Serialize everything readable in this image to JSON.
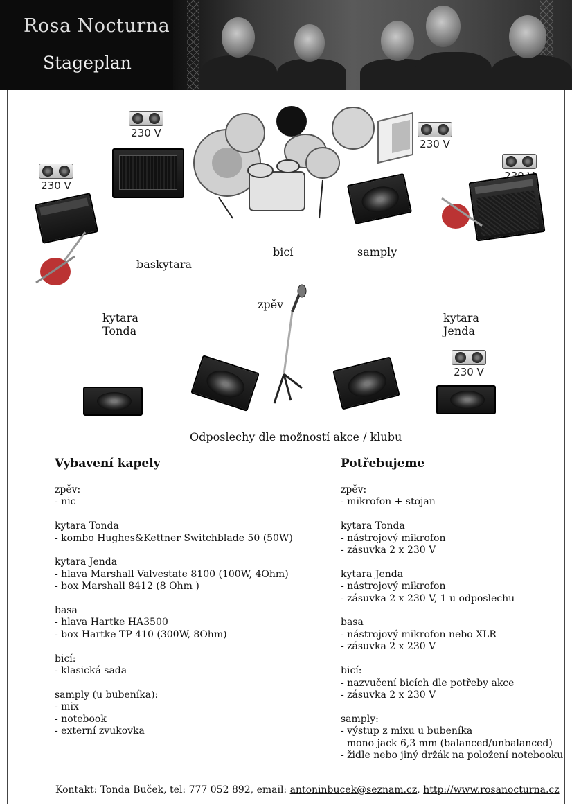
{
  "header": {
    "logo": "Rosa Nocturna",
    "subtitle": "Stageplan"
  },
  "stage": {
    "socket_label": "230 V",
    "labels": {
      "baskytara": "baskytara",
      "bici": "bicí",
      "samply": "samply",
      "zpev": "zpěv",
      "kytara_tonda": "kytara\nTonda",
      "kytara_jenda": "kytara\nJenda"
    },
    "monitors_note": "Odposlechy dle možností akce / klubu"
  },
  "band_equipment": {
    "title": "Vybavení kapely",
    "text": "zpěv:\n- nic\n\nkytara Tonda\n- kombo Hughes&Kettner Switchblade 50 (50W)\n\nkytara Jenda\n- hlava Marshall Valvestate 8100 (100W, 4Ohm)\n- box Marshall 8412 (8 Ohm )\n\nbasa\n- hlava Hartke HA3500\n- box Hartke TP 410 (300W, 8Ohm)\n\nbicí:\n- klasická sada\n\nsamply (u bubeníka):\n- mix\n- notebook\n- externí zvukovka"
  },
  "requirements": {
    "title": "Potřebujeme",
    "text": "zpěv:\n- mikrofon + stojan\n\nkytara Tonda\n- nástrojový mikrofon\n- zásuvka 2 x 230 V\n\nkytara Jenda\n- nástrojový mikrofon\n- zásuvka 2 x 230 V, 1 u odposlechu\n\nbasa\n- nástrojový mikrofon nebo XLR\n- zásuvka 2 x 230 V\n\nbicí:\n- nazvučení bicích dle potřeby akce\n- zásuvka 2 x 230 V\n\nsamply:\n- výstup z mixu u bubeníka\n  mono jack 6,3 mm (balanced/unbalanced)\n- židle nebo jiný držák na položení notebooku"
  },
  "footer": {
    "prefix": "Kontakt: Tonda Buček, tel: 777 052 892, email: ",
    "email": "antoninbucek@seznam.cz",
    "separator": ", ",
    "web": "http://www.rosanocturna.cz"
  }
}
